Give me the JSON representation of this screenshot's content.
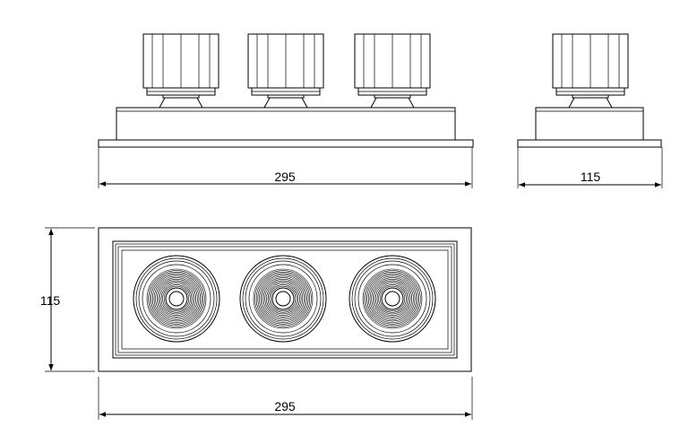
{
  "front_view": {
    "width_label": "295"
  },
  "side_view": {
    "width_label": "115"
  },
  "top_view": {
    "width_label": "295",
    "height_label": "115",
    "lamp_count": 3
  }
}
